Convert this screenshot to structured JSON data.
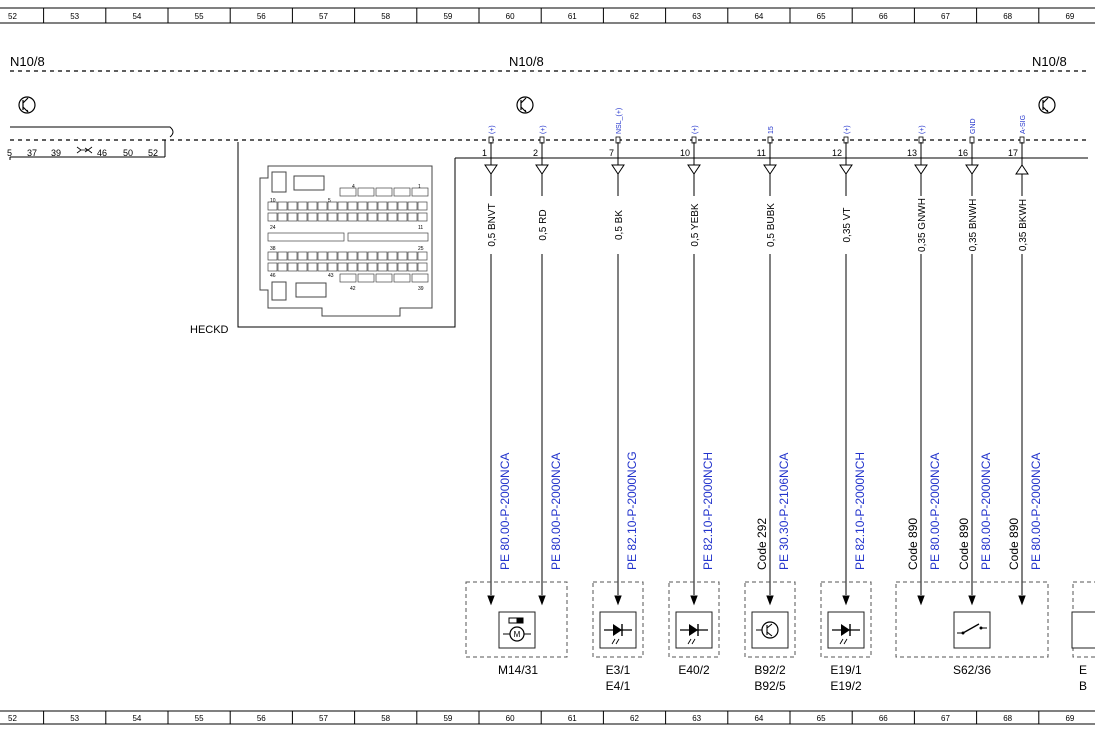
{
  "ruler": {
    "columns": [
      "52",
      "53",
      "54",
      "55",
      "56",
      "57",
      "58",
      "59",
      "60",
      "61",
      "62",
      "63",
      "64",
      "65",
      "66",
      "67",
      "68",
      "69"
    ]
  },
  "module": {
    "label_left": "N10/8",
    "label_center": "N10/8",
    "label_right": "N10/8",
    "left_pins": [
      "5",
      "37",
      "39",
      "46",
      "50",
      "52"
    ],
    "connector_name": "HECKD",
    "cavity_numbers": [
      "4",
      "1",
      "10",
      "5",
      "24",
      "11",
      "38",
      "25",
      "46",
      "43",
      "42",
      "39"
    ]
  },
  "pins": [
    {
      "pin": "1",
      "signal": "(+)",
      "wire": "0,5 BNVT",
      "ref": "PE 80.00-P-2000NCA",
      "code": "",
      "arrow": "down"
    },
    {
      "pin": "2",
      "signal": "(+)",
      "wire": "0,5 RD",
      "ref": "PE 80.00-P-2000NCA",
      "code": "",
      "arrow": "down"
    },
    {
      "pin": "7",
      "signal": "NSL_(+)",
      "wire": "0,5 BK",
      "ref": "PE 82.10-P-2000NCG",
      "code": "",
      "arrow": "down"
    },
    {
      "pin": "10",
      "signal": "(+)",
      "wire": "0,5 YEBK",
      "ref": "PE 82.10-P-2000NCH",
      "code": "",
      "arrow": "down"
    },
    {
      "pin": "11",
      "signal": "15",
      "wire": "0,5 BUBK",
      "ref": "PE 30.30-P-2106NCA",
      "code": "Code 292",
      "arrow": "down"
    },
    {
      "pin": "12",
      "signal": "(+)",
      "wire": "0,35 VT",
      "ref": "PE 82.10-P-2000NCH",
      "code": "",
      "arrow": "down"
    },
    {
      "pin": "13",
      "signal": "(+)",
      "wire": "0,35 GNWH",
      "ref": "PE 80.00-P-2000NCA",
      "code": "Code 890",
      "arrow": "down"
    },
    {
      "pin": "16",
      "signal": "GND",
      "wire": "0,35 BNWH",
      "ref": "PE 80.00-P-2000NCA",
      "code": "Code 890",
      "arrow": "down"
    },
    {
      "pin": "17",
      "signal": "A-SIG",
      "wire": "0,35 BKWH",
      "ref": "PE 80.00-P-2000NCA",
      "code": "Code 890",
      "arrow": "up"
    }
  ],
  "components": [
    {
      "label_line1": "M14/31",
      "label_line2": "",
      "icon": "motor-icon"
    },
    {
      "label_line1": "E3/1",
      "label_line2": "E4/1",
      "icon": "lamp-diode-icon"
    },
    {
      "label_line1": "E40/2",
      "label_line2": "",
      "icon": "lamp-diode-icon"
    },
    {
      "label_line1": "B92/2",
      "label_line2": "B92/5",
      "icon": "sensor-icon"
    },
    {
      "label_line1": "E19/1",
      "label_line2": "E19/2",
      "icon": "lamp-diode-icon"
    },
    {
      "label_line1": "S62/36",
      "label_line2": "",
      "icon": "switch-icon"
    },
    {
      "label_line1": "E",
      "label_line2": "B",
      "icon": "partial-component-icon"
    }
  ],
  "colors": {
    "line": "#000000",
    "reference_link": "#2233cc",
    "box": "#555555"
  }
}
